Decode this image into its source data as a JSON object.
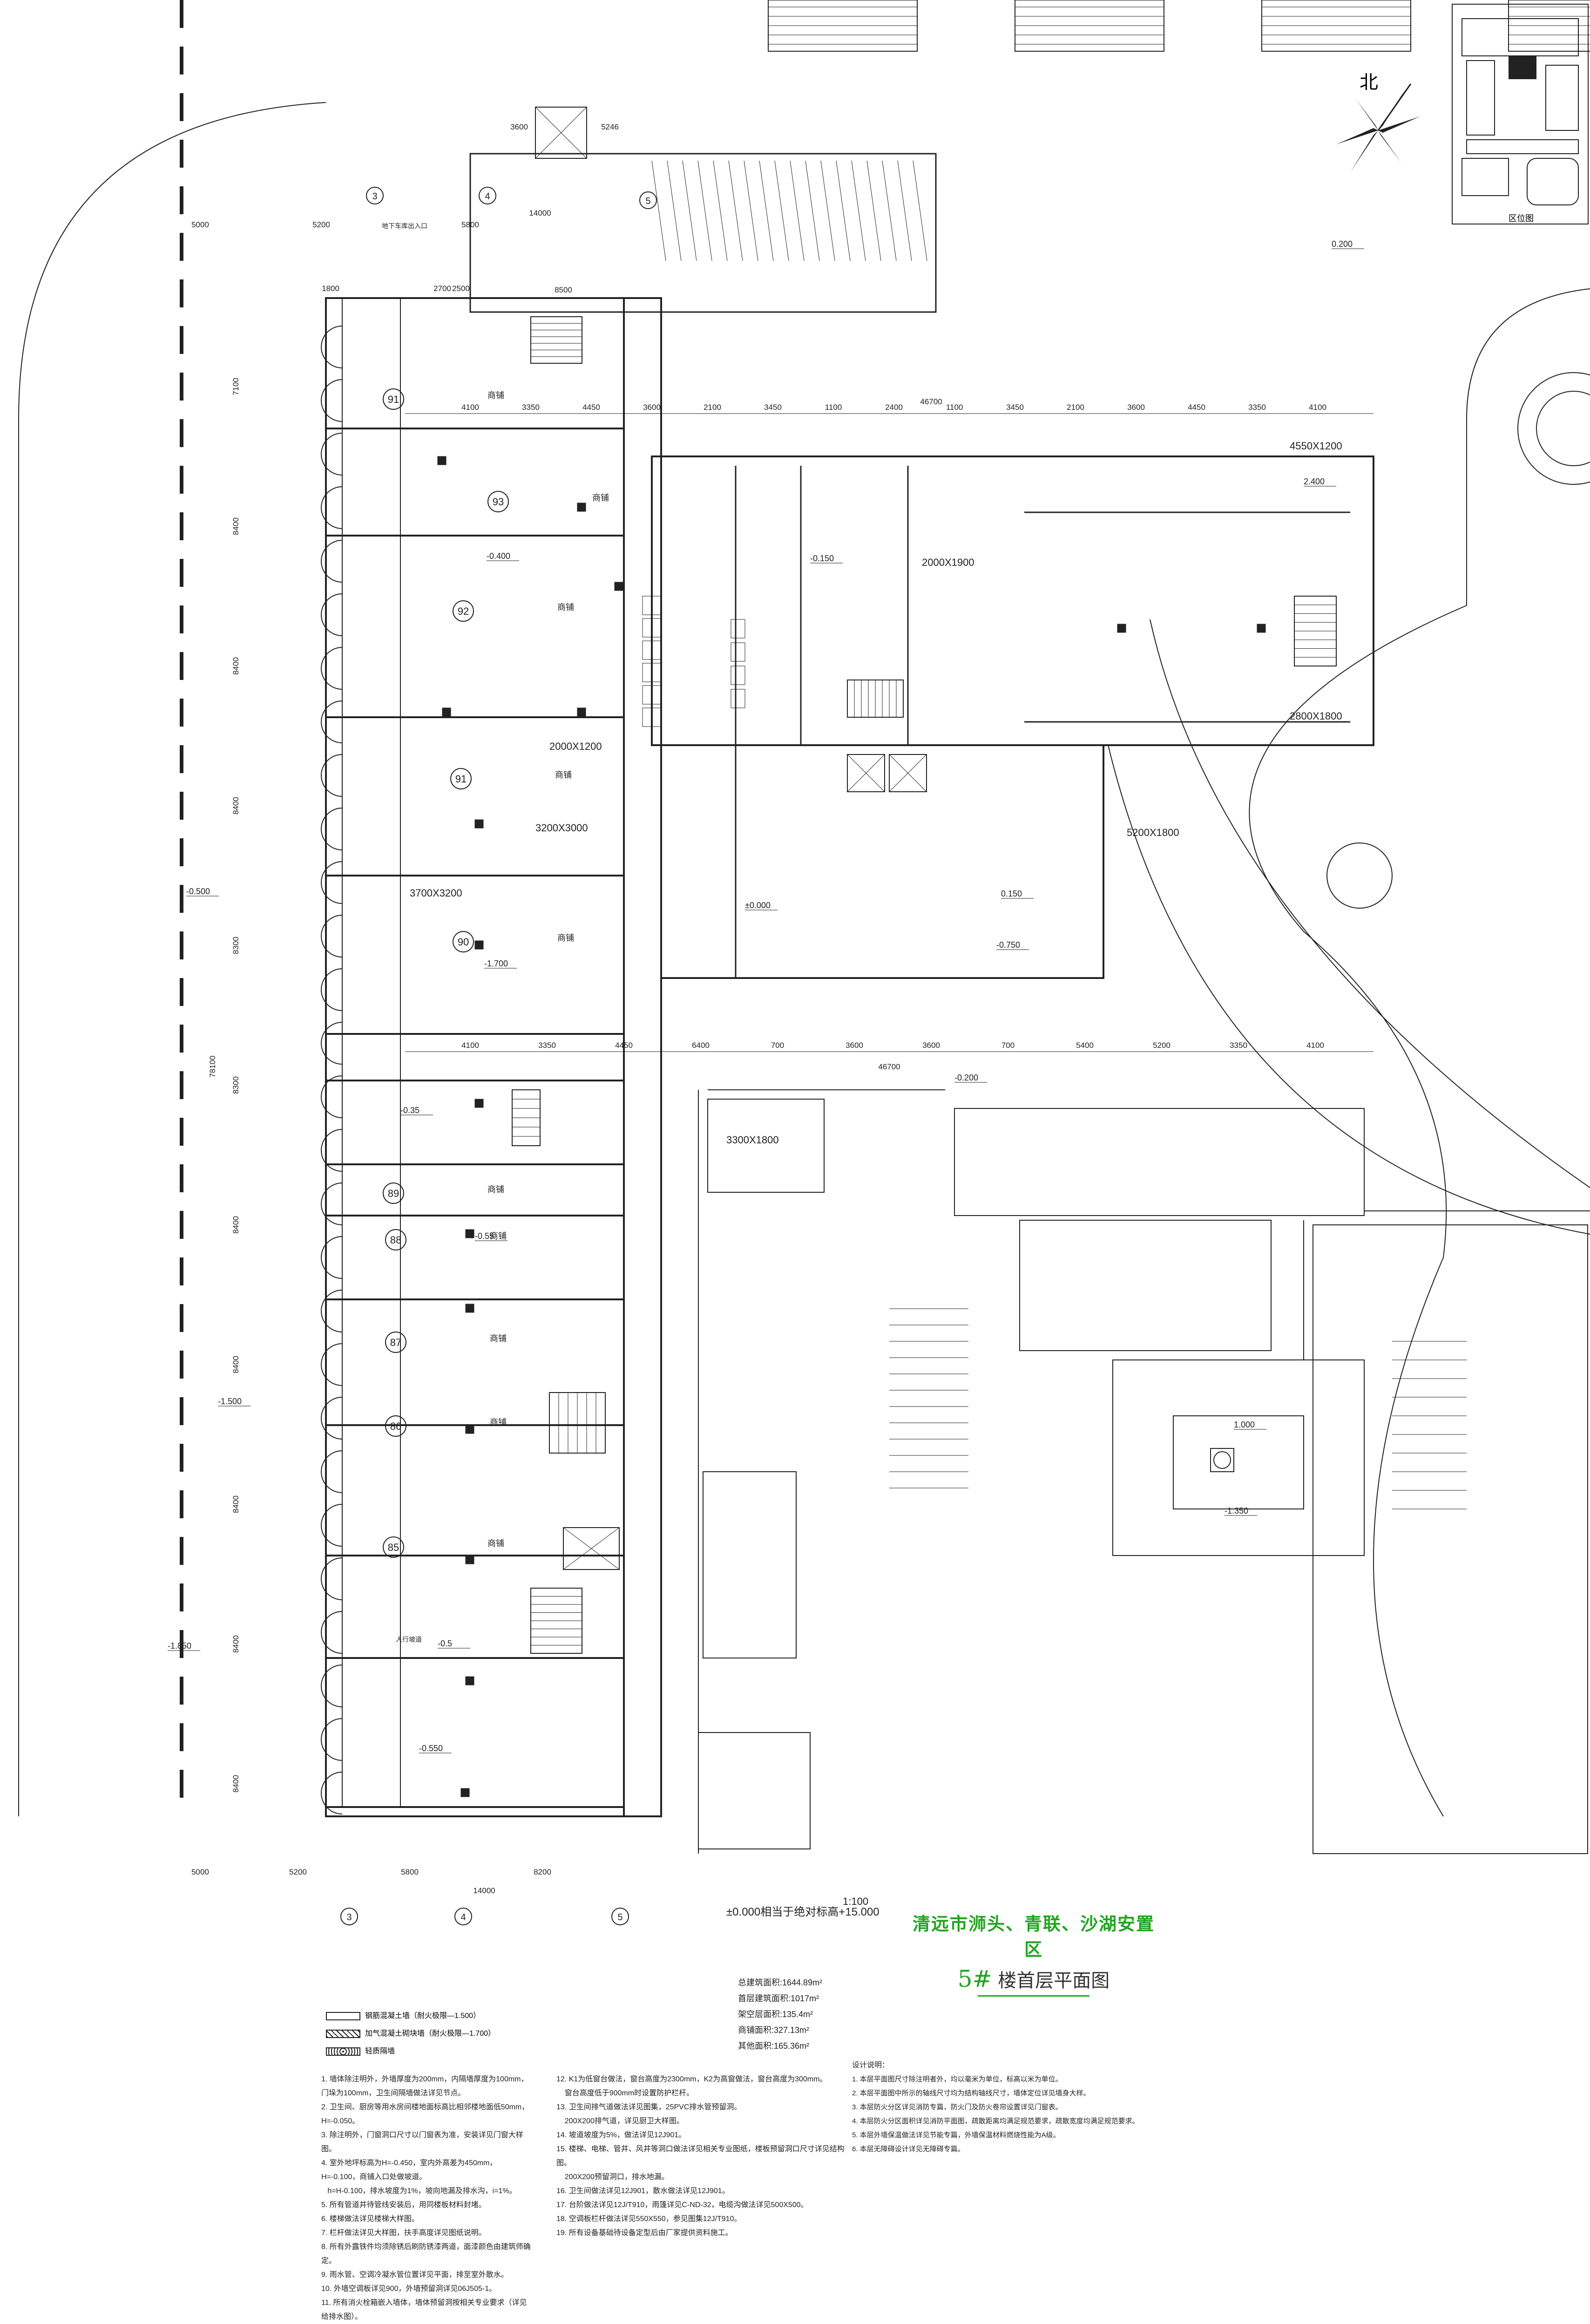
{
  "drawing": {
    "project_title": "清远市浉头、青联、沙湖安置区",
    "building_no": "5#",
    "sheet_name": "楼首层平面图",
    "scale": "1:100",
    "elevation_note": "±0.000相当于绝对标高+15.000",
    "north_label": "北",
    "keyplan_label": "区位图"
  },
  "grid_axes_top": [
    "3",
    "4",
    "5"
  ],
  "dimensions": {
    "top_total": "46700",
    "bottom_total": "46700",
    "top_row": [
      "4100",
      "3350",
      "4450",
      "3600",
      "2100",
      "3450",
      "1100",
      "2400",
      "1100",
      "3450",
      "2100",
      "3600",
      "4450",
      "3350",
      "4100"
    ],
    "bottom_row": [
      "4100",
      "3350",
      "4450",
      "6400",
      "700",
      "3600",
      "3600",
      "700",
      "5400",
      "5200",
      "3350",
      "4100"
    ],
    "left_total": "78100",
    "left_col": [
      "7100",
      "8400",
      "8400",
      "8400",
      "8300",
      "8300",
      "8400",
      "8400",
      "8400",
      "8400",
      "8400"
    ],
    "bottom_axis": [
      "5000",
      "5200",
      "5800",
      "8200",
      "14000"
    ],
    "top_axis": [
      "5000",
      "5200",
      "5800",
      "14000",
      "8500",
      "2700",
      "1800",
      "2500",
      "3600",
      "5246"
    ]
  },
  "rooms": [
    {
      "no": "91",
      "label": "商铺"
    },
    {
      "no": "93",
      "label": "商铺"
    },
    {
      "no": "92",
      "label": "商铺"
    },
    {
      "no": "91",
      "label": "商铺"
    },
    {
      "no": "90",
      "label": "商铺"
    },
    {
      "no": "89",
      "label": "商铺"
    },
    {
      "no": "88",
      "label": "商铺"
    },
    {
      "no": "87",
      "label": "商铺"
    },
    {
      "no": "86",
      "label": "商铺"
    },
    {
      "no": "85",
      "label": "商铺"
    }
  ],
  "elevations": [
    "±0.000",
    "-0.400",
    "-0.150",
    "-0.35",
    "-0.55",
    "-0.5",
    "-0.550",
    "-1.700",
    "0.200",
    "1.000",
    "-1.350",
    "2.400",
    "0.150",
    "-0.750",
    "-1.500",
    "-0.500",
    "-1.850",
    "-0.200"
  ],
  "openings": [
    "2000X1900",
    "2000X1200",
    "3200X3000",
    "3700X3200",
    "5200X1800",
    "3300X1800",
    "4550X1200",
    "2800X1800"
  ],
  "stats": [
    "总建筑面积:1644.89m²",
    "首层建筑面积:1017m²",
    "架空层面积:135.4m²",
    "商铺面积:327.13m²",
    "其他面积:165.36m²"
  ],
  "notes_left": "1. 墙体除注明外，外墙厚度为200mm，内隔墙厚度为100mm，门垛为100mm，卫生间隔墙做法详见节点。\n2. 卫生间、厨房等用水房间楼地面标高比相邻楼地面低50mm，H=-0.050。\n3. 除注明外，门窗洞口尺寸以门窗表为准，安装详见门窗大样图。\n4. 室外地坪标高为H=-0.450，室内外高差为450mm，H=-0.100，商铺入口处做坡道。\n   h=H-0.100，排水坡度为1%，坡向地漏及排水沟，i=1%。\n5. 所有管道井待管线安装后，用同楼板材料封堵。\n6. 楼梯做法详见楼梯大样图。\n7. 栏杆做法详见大样图，扶手高度详见图纸说明。\n8. 所有外露铁件均须除锈后刷防锈漆两道，面漆颜色由建筑师确定。\n9. 雨水管、空调冷凝水管位置详见平面，排至室外散水。\n10. 外墙空调板详见900，外墙预留洞详见06J505-1。\n11. 所有消火栓箱嵌入墙体，墙体预留洞按相关专业要求（详见给排水图）。",
  "notes_middle": "12. K1为低窗台做法，窗台高度为2300mm，K2为高窗做法，窗台高度为300mm。\n    窗台高度低于900mm时设置防护栏杆。\n13. 卫生间排气道做法详见图集，25PVC排水管预留洞。\n    200X200排气道，详见厨卫大样图。\n14. 坡道坡度为5%，做法详见12J901。\n15. 楼梯、电梯、管井、风井等洞口做法详见相关专业图纸，楼板预留洞口尺寸详见结构图。\n    200X200预留洞口，排水地漏。\n16. 卫生间做法详见12J901，散水做法详见12J901。\n17. 台阶做法详见12J/T910，雨篷详见C-ND-32，电缆沟做法详见500X500。\n18. 空调板栏杆做法详见550X550，参见图集12J/T910。\n19. 所有设备基础待设备定型后由厂家提供资料施工。",
  "notes_right_title": "设计说明：",
  "notes_right": "1. 本层平面图尺寸除注明者外，均以毫米为单位，标高以米为单位。\n2. 本层平面图中所示的轴线尺寸均为结构轴线尺寸，墙体定位详见墙身大样。\n3. 本层防火分区详见消防专篇，防火门及防火卷帘设置详见门窗表。\n4. 本层防火分区面积详见消防平面图，疏散距离均满足规范要求，疏散宽度均满足规范要求。\n5. 本层外墙保温做法详见节能专篇，外墙保温材料燃烧性能为A级。\n6. 本层无障碍设计详见无障碍专篇。",
  "legend": [
    "钢筋混凝土墙（耐火极限—1.500）",
    "加气混凝土砌块墙（耐火极限—1.700）",
    "轻质隔墙"
  ],
  "labels": {
    "shop": "商铺",
    "entry": "地下车库出入口",
    "people_ramp": "人行坡道"
  }
}
